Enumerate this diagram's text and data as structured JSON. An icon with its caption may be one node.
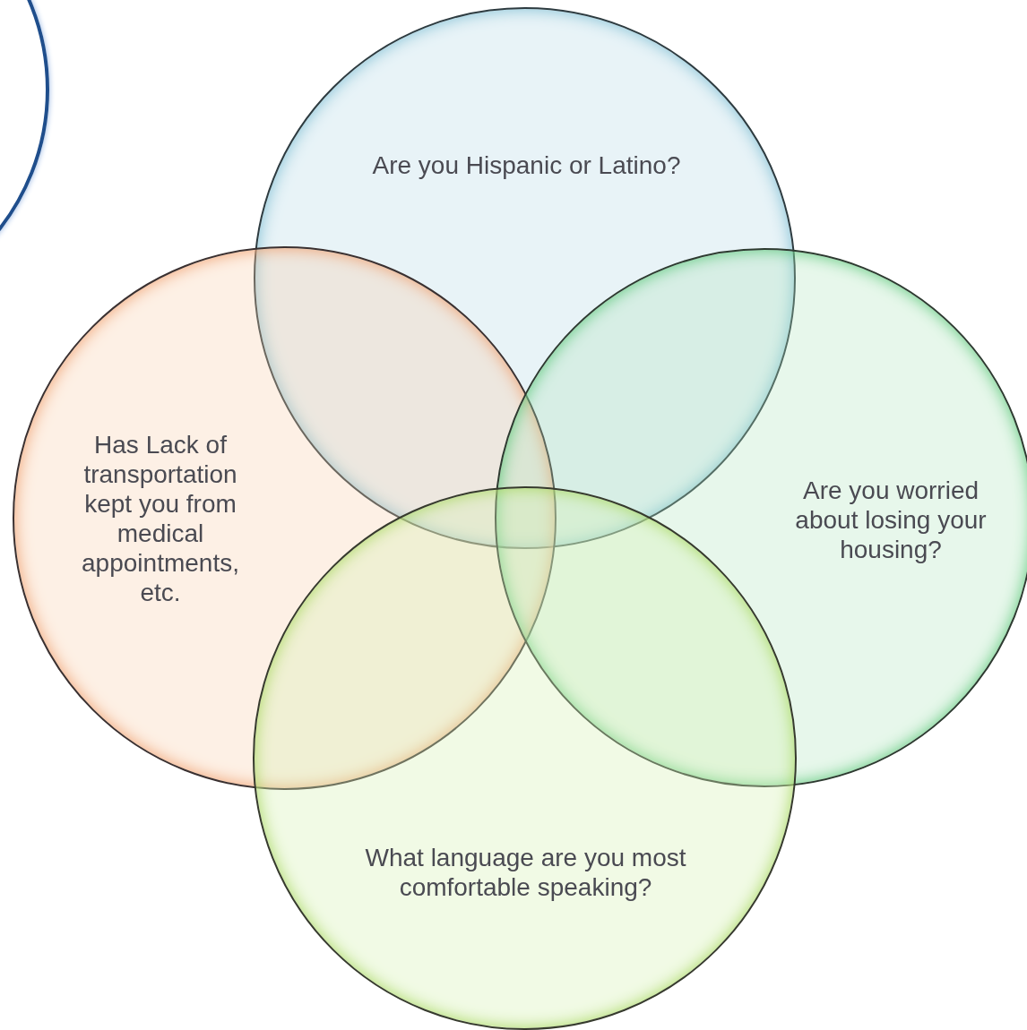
{
  "diagram": {
    "nodes": [
      {
        "text": [],
        "shape": "circle"
      },
      {
        "text": [
          "Are you Hispanic or Latino?"
        ]
      },
      {
        "text": [
          "Has Lack of transportation kept you from medical appointments, etc."
        ]
      },
      {
        "text": [
          "Are you worried about losing your housing?"
        ]
      },
      {
        "text": [
          "What language are you most comfortable speaking?"
        ]
      }
    ]
  }
}
